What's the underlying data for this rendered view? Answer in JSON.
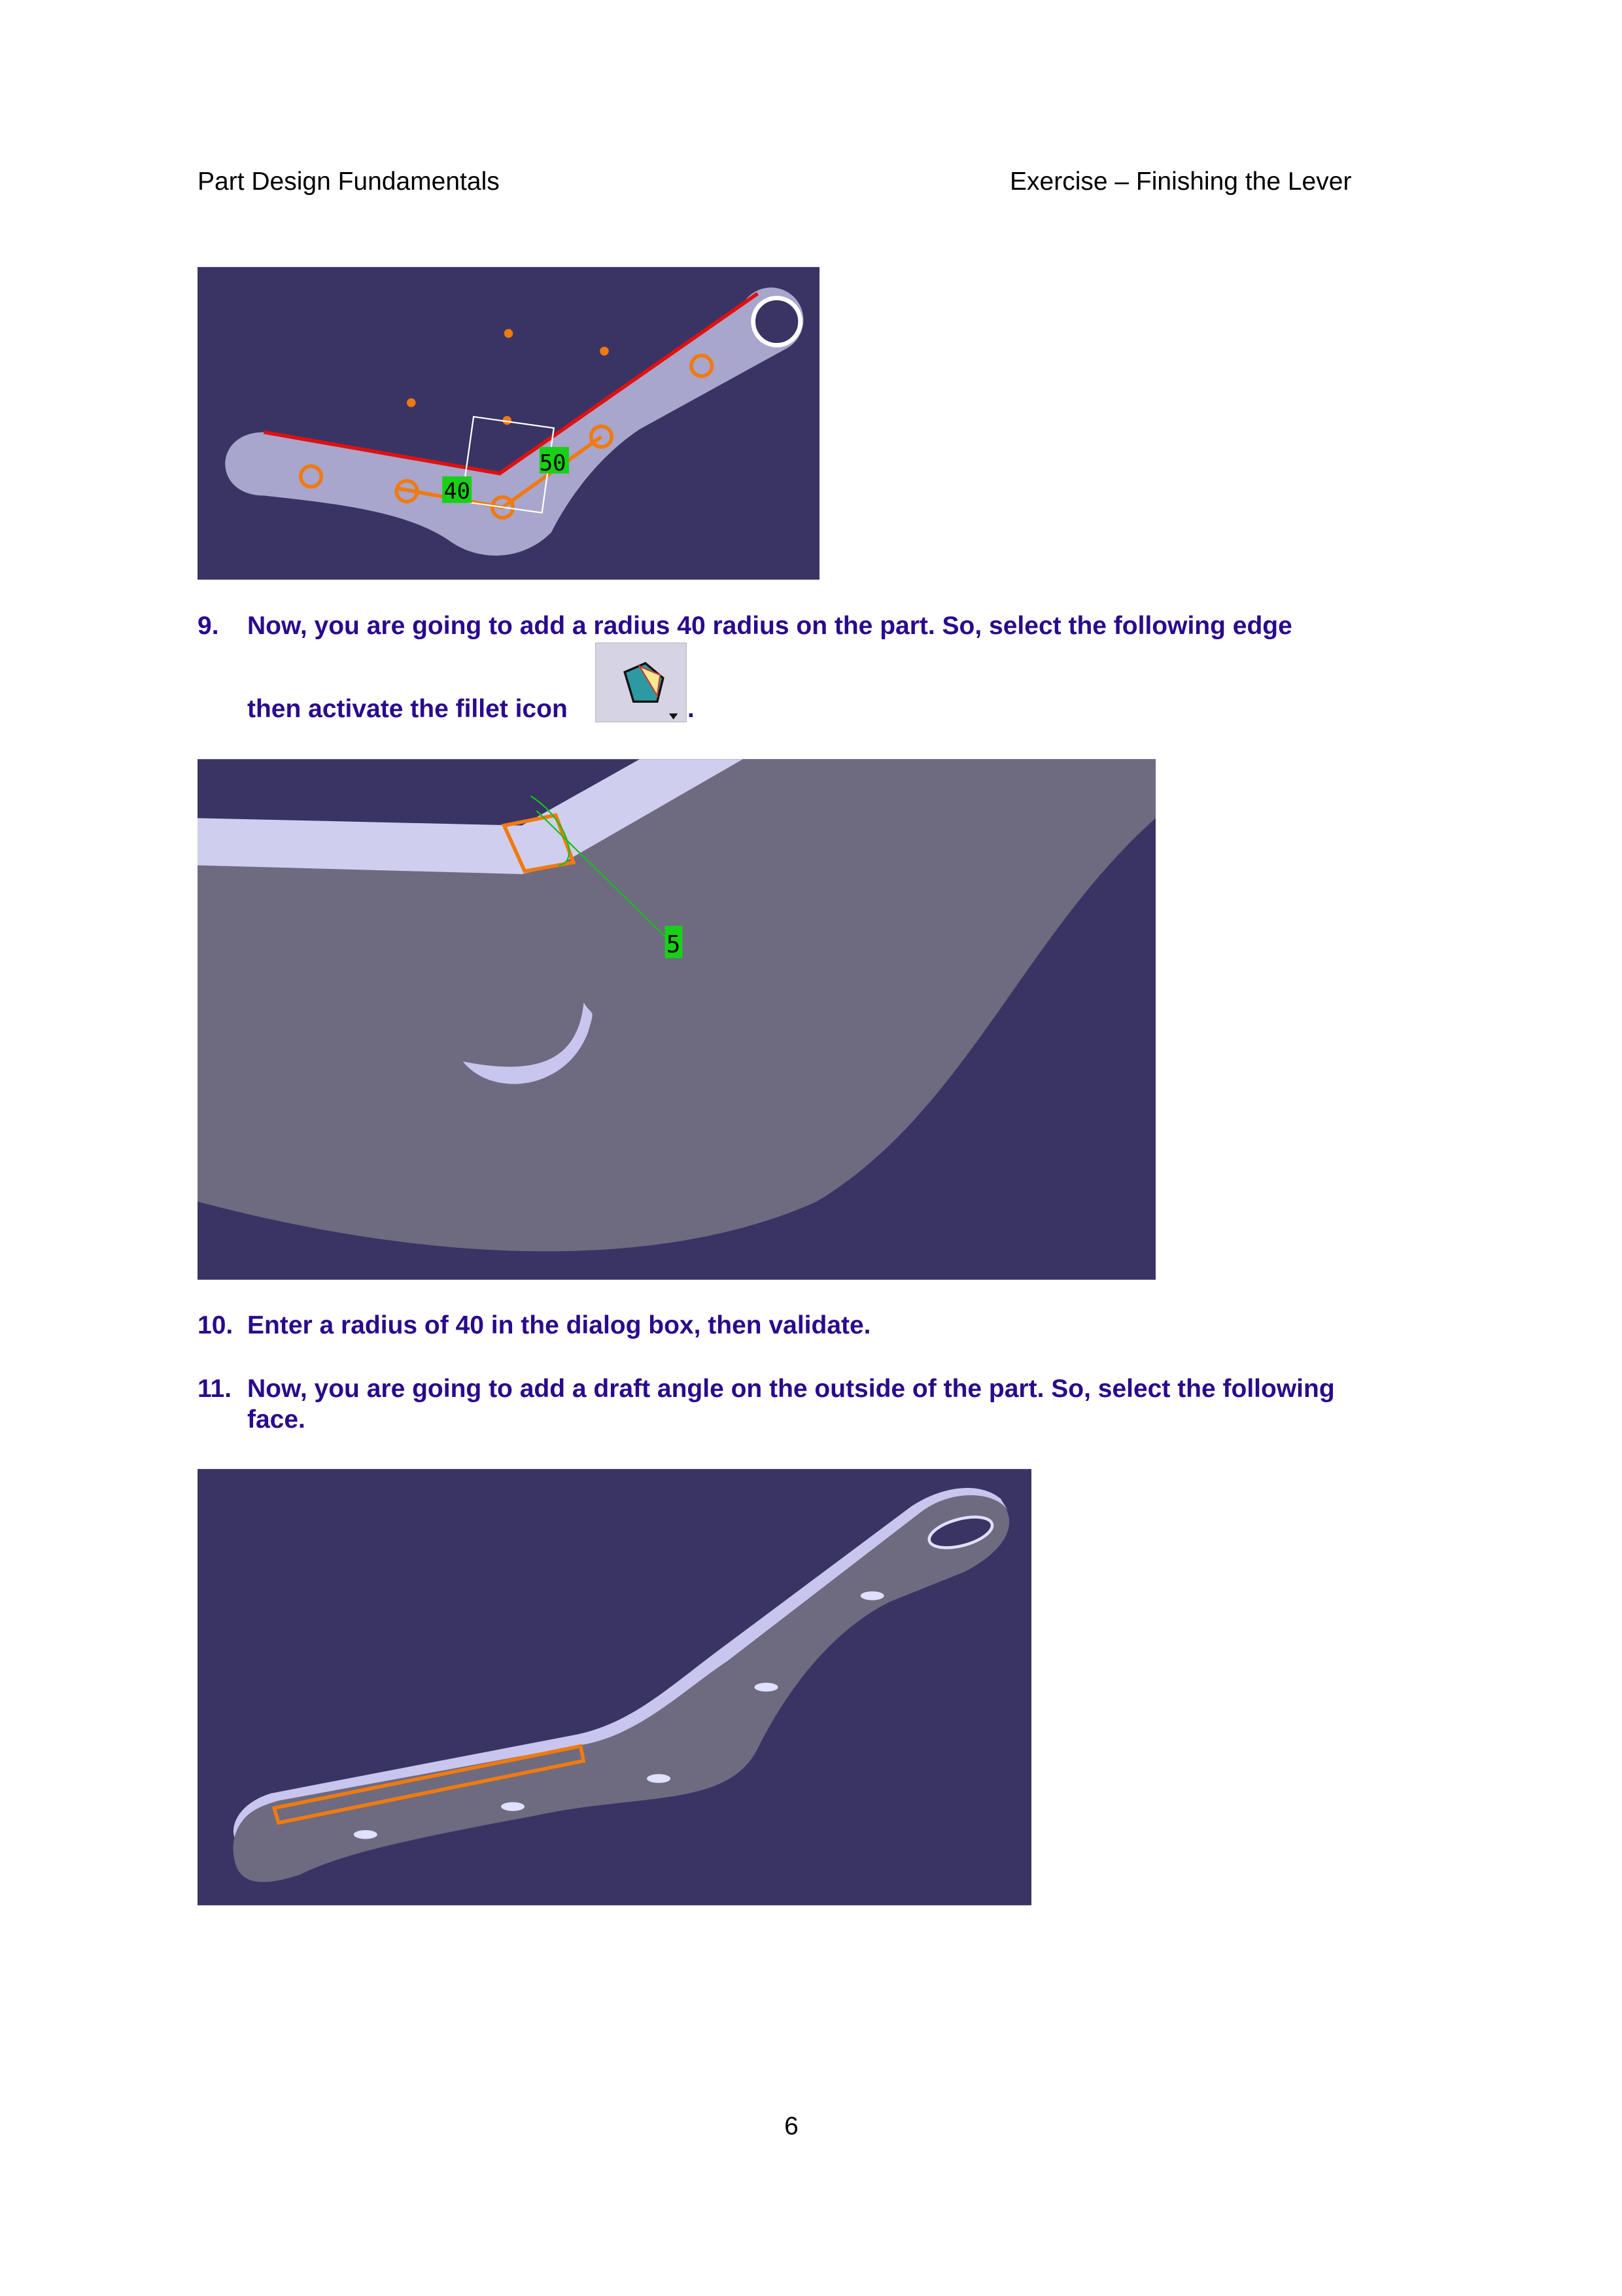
{
  "header": {
    "left": "Part Design Fundamentals",
    "right": "Exercise – Finishing the Lever"
  },
  "figure1": {
    "labels": [
      "40",
      "50"
    ]
  },
  "steps": [
    {
      "number": "9.",
      "lines": [
        "Now, you are going to add a radius 40 radius on the part. So, select the following edge",
        "then activate the fillet icon"
      ],
      "suffix": "."
    },
    {
      "number": "10.",
      "lines": [
        "Enter a radius of 40 in the dialog box, then validate."
      ]
    },
    {
      "number": "11.",
      "lines": [
        "Now, you are going to add a draft angle on the outside of the part. So, select the following",
        "face."
      ]
    }
  ],
  "figure2": {
    "labels": [
      "5"
    ]
  },
  "icons": {
    "fillet": "fillet-icon"
  },
  "colors": {
    "viewport_bg": "#3a3464",
    "text_accent": "#2a0a8c",
    "selection": "#f07a10"
  },
  "page_number": "6"
}
